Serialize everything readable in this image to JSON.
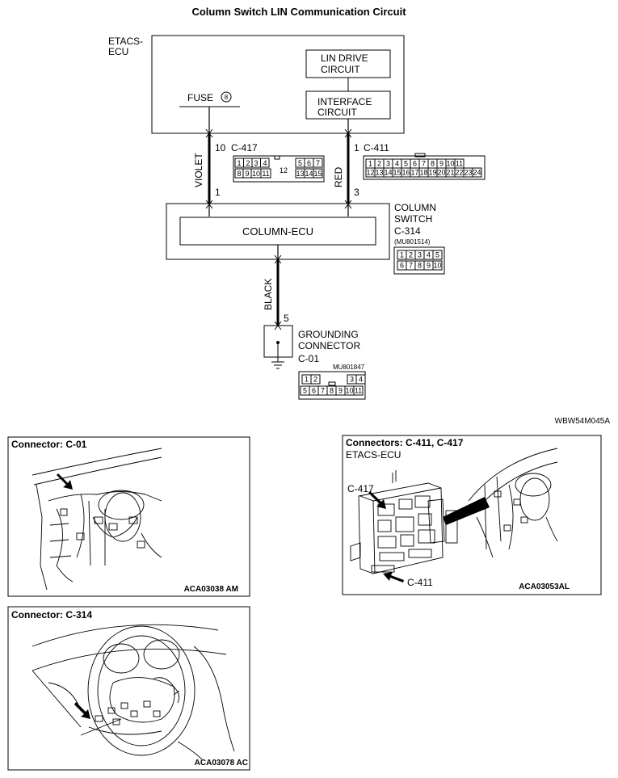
{
  "title": "Column Switch LIN Communication Circuit",
  "etacs": {
    "label_line1": "ETACS-",
    "label_line2": "ECU",
    "lin_drive_line1": "LIN DRIVE",
    "lin_drive_line2": "CIRCUIT",
    "interface_line1": "INTERFACE",
    "interface_line2": "CIRCUIT",
    "fuse_label": "FUSE",
    "fuse_number": "8"
  },
  "wires": {
    "left_color": "VIOLET",
    "right_color": "RED",
    "ground_color": "BLACK",
    "left_top_pin": "10",
    "left_top_connector": "C-417",
    "right_top_pin": "1",
    "right_top_connector": "C-411",
    "left_bottom_pin": "1",
    "right_bottom_pin": "3",
    "ground_pin": "5"
  },
  "connector_c417": {
    "row1": [
      "1",
      "2",
      "3",
      "4",
      "5",
      "6",
      "7"
    ],
    "middle": "12",
    "row2": [
      "8",
      "9",
      "10",
      "11",
      "13",
      "14",
      "15"
    ]
  },
  "connector_c411": {
    "row1": [
      "1",
      "2",
      "3",
      "4",
      "5",
      "6",
      "7",
      "8",
      "9",
      "10",
      "11"
    ],
    "row2": [
      "12",
      "13",
      "14",
      "15",
      "16",
      "17",
      "18",
      "19",
      "20",
      "21",
      "22",
      "23",
      "24"
    ]
  },
  "column": {
    "ecu_label": "COLUMN-ECU",
    "switch_line1": "COLUMN",
    "switch_line2": "SWITCH",
    "switch_line3": "C-314",
    "part_no": "(MU801514)",
    "row1": [
      "1",
      "2",
      "3",
      "4",
      "5"
    ],
    "row2": [
      "6",
      "7",
      "8",
      "9",
      "10"
    ]
  },
  "ground": {
    "line1": "GROUNDING",
    "line2": "CONNECTOR",
    "line3": "C-01",
    "part_no": "MU801847",
    "row1": [
      "1",
      "2",
      "3",
      "4"
    ],
    "row2": [
      "5",
      "6",
      "7",
      "8",
      "9",
      "10",
      "11"
    ]
  },
  "diagram_code": "WBW54M045A",
  "panels": [
    {
      "title": "Connector: C-01",
      "code": "ACA03038 AM"
    },
    {
      "title": "Connectors: C-411, C-417",
      "subtitle": "ETACS-ECU",
      "callout_1": "C-417",
      "callout_2": "C-411",
      "code": "ACA03053AL"
    },
    {
      "title": "Connector: C-314",
      "code": "ACA03078 AC"
    }
  ]
}
